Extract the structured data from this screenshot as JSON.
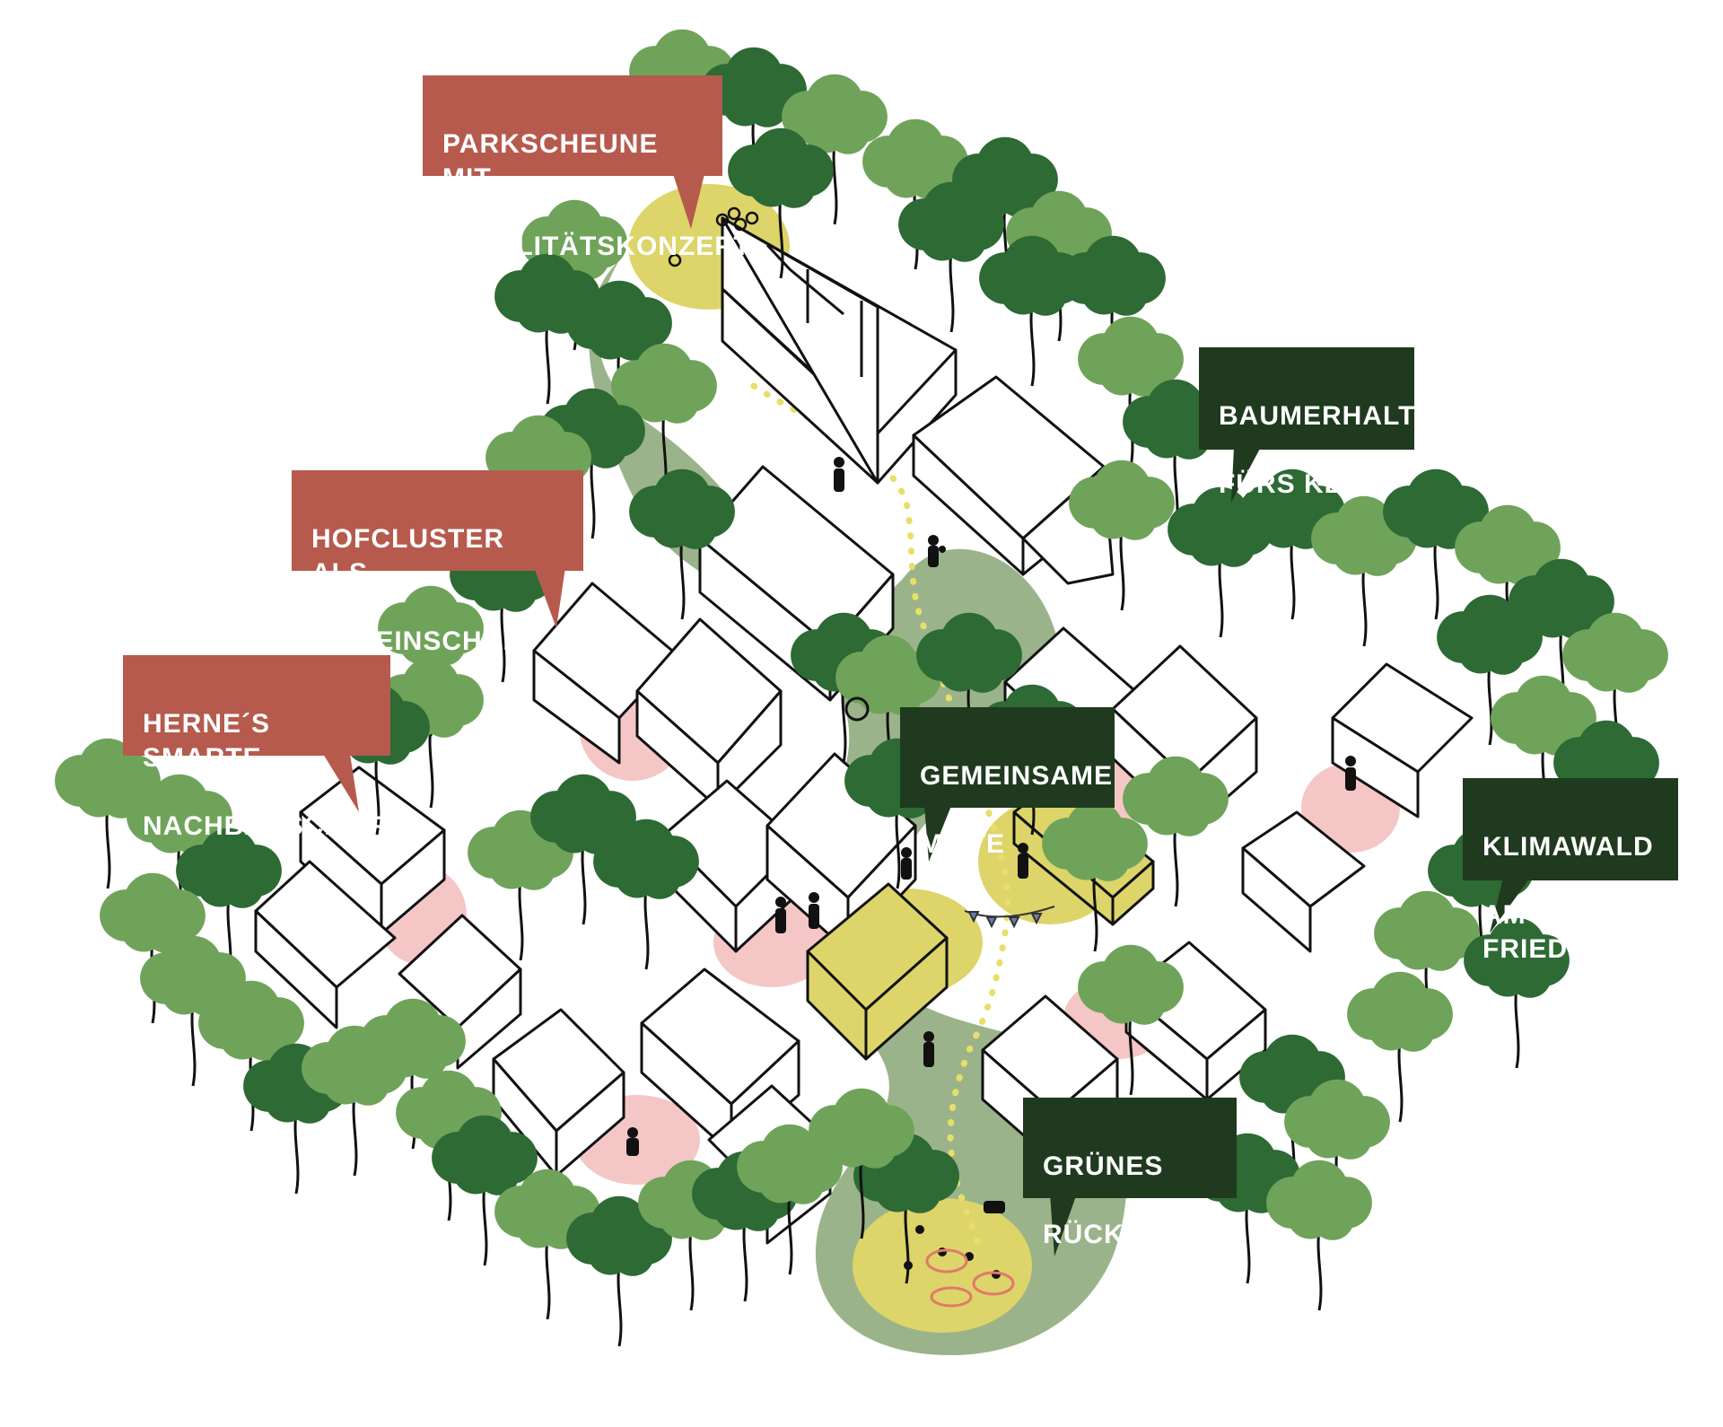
{
  "colors": {
    "red_callout": "#b65a4d",
    "green_callout": "#1f3a1f",
    "tree_light": "#6fa35a",
    "tree_dark": "#2d6a34",
    "path_green": "#9bb38a",
    "yellow_zone": "#ddd46a",
    "pink_zone": "#f5c6c6",
    "path_dots": "#e8df6a"
  },
  "callouts": {
    "parkscheune": {
      "line1": "PARKSCHEUNE MIT",
      "line2": "MOBILITÄTSKONZEPT",
      "style": "red"
    },
    "hofcluster": {
      "line1": "HOFCLUSTER ALS",
      "line2": "GEMEINSCHAFT",
      "style": "red"
    },
    "herne": {
      "line1": "HERNE´S SMARTE",
      "line2": "NACHBARSCHAFT",
      "style": "red"
    },
    "baumerhalt": {
      "line1": "BAUMERHALT",
      "line2": "FÜRS KLIMA",
      "style": "green"
    },
    "gemeinsame_mitte": {
      "line1": "GEMEINSAME",
      "line2": "MITTE",
      "style": "green"
    },
    "klimawald": {
      "line1": "KLIMAWALD",
      "line2": "AM FRIEDHOF",
      "style": "green"
    },
    "gruenes_rueckgrat": {
      "line1": "GRÜNES",
      "line2": "RÜCKGRAT",
      "style": "green"
    }
  }
}
